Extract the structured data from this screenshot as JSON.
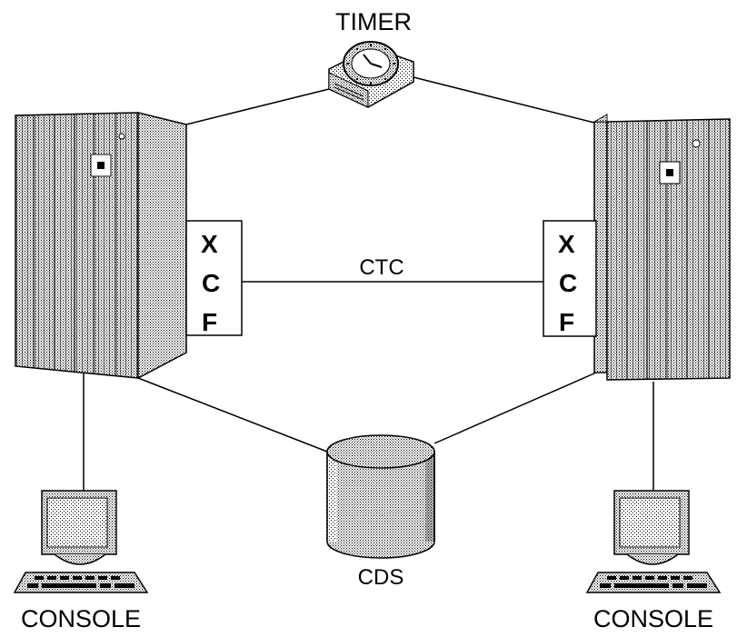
{
  "labels": {
    "timer": "TIMER",
    "ctc": "CTC",
    "cds": "CDS",
    "console_left": "CONSOLE",
    "console_right": "CONSOLE"
  },
  "xcf_left": [
    "X",
    "C",
    "F"
  ],
  "xcf_right": [
    "X",
    "C",
    "F"
  ]
}
